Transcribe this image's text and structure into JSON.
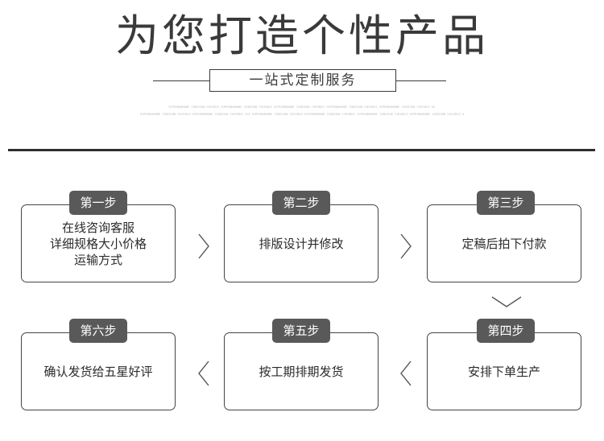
{
  "header": {
    "title": "为您打造个性产品",
    "subtitle": "一站式定制服务",
    "fine_line_1": "RJPRINHOHONE JIHDISON YJKYHDJC HJPRINHOHONE JIHDISON YJKYHDJC HJPRINHOHONE JIHDISON YJKYHDJC HJPRINHOHONE JIHDISON YJKYHDJC HJPRINHOHONE JIHDISON YJKYHDJC H2",
    "fine_line_2": "HJPRINHOHONE JIHDISON YJKYHDJC HJPRINHOHONE JIHDISON YJKYHDJC HJE HJPRINHOHONE JIHDISON YJKYHDJC HJPRINHOHONE JIHDISON YJKYHDJC HJPRINHOHONE JIHDISON YJKYHDJC HJPRINHOHONE JIHDISON YJKYHDJC H"
  },
  "steps": [
    {
      "tag": "第一步",
      "lines": [
        "在线咨询客服",
        "详细规格大小价格",
        "运输方式"
      ]
    },
    {
      "tag": "第二步",
      "lines": [
        "排版设计并修改"
      ]
    },
    {
      "tag": "第三步",
      "lines": [
        "定稿后拍下付款"
      ]
    },
    {
      "tag": "第四步",
      "lines": [
        "安排下单生产"
      ]
    },
    {
      "tag": "第五步",
      "lines": [
        "按工期排期发货"
      ]
    },
    {
      "tag": "第六步",
      "lines": [
        "确认发货给五星好评"
      ]
    }
  ],
  "icons": {
    "arrow_right": "chevron-right-icon",
    "arrow_left": "chevron-left-icon",
    "arrow_down": "chevron-down-icon"
  },
  "colors": {
    "tag_bg": "#595959",
    "border": "#444444",
    "divider": "#2e2e2e"
  }
}
